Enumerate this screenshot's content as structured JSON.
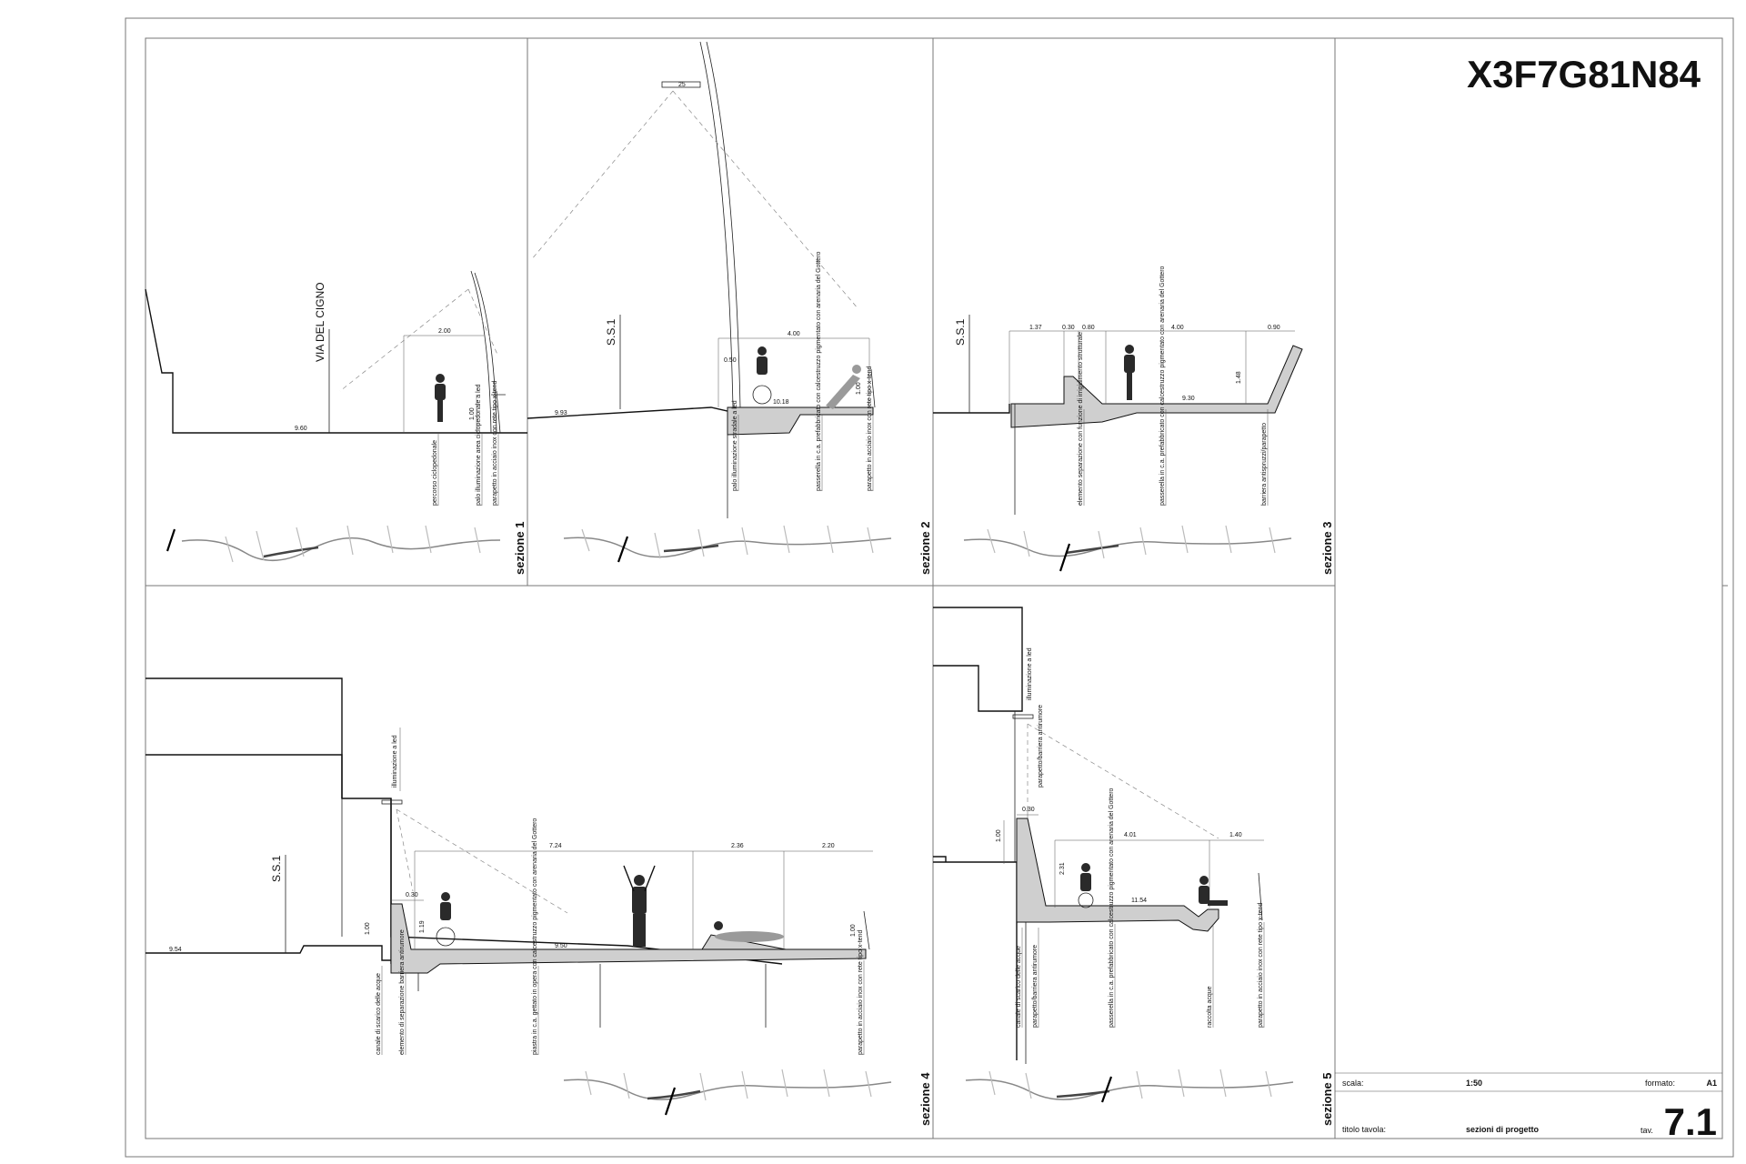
{
  "sheet_code": "X3F7G81N84",
  "title_block": {
    "scale_label": "scala:",
    "scale_value": "1:50",
    "format_label": "formato:",
    "format_value": "A1",
    "title_label": "titolo tavola:",
    "title_value": "sezioni di progetto",
    "tav_label": "tav.",
    "tav_number": "7.1"
  },
  "sections": [
    {
      "name": "sezione 1",
      "street_label": "VIA DEL CIGNO",
      "dims": [
        "2.00",
        "9.60",
        "1.00"
      ],
      "labels": [
        "percorso ciclopedonale",
        "palo illuminazione area ciclopedonale a led",
        "parapetto in acciaio inox con rete tipo x-tend"
      ]
    },
    {
      "name": "sezione 2",
      "street_label": "S.S.1",
      "dims": [
        "4.00",
        "0.50",
        "9.93",
        "10.18",
        "1.00",
        "25"
      ],
      "labels": [
        "palo illuminazione stradale a led",
        "passerella in c.a. prefabbricato con calcestruzzo pigmentato con arenaria del Gottero",
        "parapetto in acciaio inox con rete tipo x-tend"
      ]
    },
    {
      "name": "sezione 3",
      "street_label": "S.S.1",
      "dims": [
        "1.37",
        "0.30",
        "0.80",
        "4.00",
        "0.90",
        "1.48",
        "9.30"
      ],
      "labels": [
        "elemento separazione con funzione di irrigidimento strutturale",
        "passerella in c.a. prefabbricato con calcestruzzo pigmentato con arenaria del Gottero",
        "barriera antispruzzi/parapetto"
      ]
    },
    {
      "name": "sezione 4",
      "street_label": "S.S.1",
      "dims": [
        "7.24",
        "2.36",
        "2.20",
        "0.30",
        "1.00",
        "1.19",
        "9.54",
        "9.50",
        "1.00"
      ],
      "labels": [
        "illuminazione a led",
        "canale di scarico delle acque",
        "elemento di separazione barriera antirumore",
        "piastra in c.a. gettato in opera con calcestruzzo pigmentato con arenaria del Gottero",
        "parapetto in acciaio inox con rete tipo x-tend"
      ]
    },
    {
      "name": "sezione 5",
      "street_label": "",
      "dims": [
        "0.30",
        "4.01",
        "1.40",
        "1.00",
        "2.31",
        "11.54"
      ],
      "labels": [
        "illuminazione a led",
        "parapetto/barriera antirumore",
        "canale di scarico delle acque",
        "parapetto/barriera antirumore",
        "passerella in c.a. prefabbricato con calcestruzzo pigmentato con arenaria del Gottero",
        "raccolta acque",
        "parapetto in acciaio inox con rete tipo x-tend"
      ]
    }
  ]
}
